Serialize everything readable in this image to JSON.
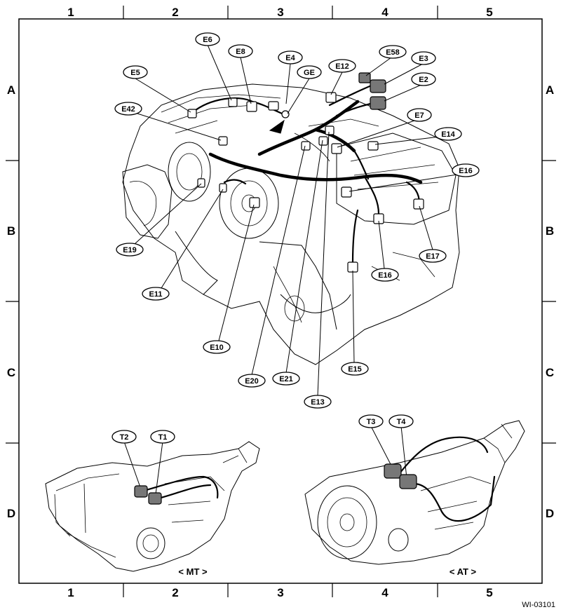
{
  "grid": {
    "columns": [
      "1",
      "2",
      "3",
      "4",
      "5"
    ],
    "rows": [
      "A",
      "B",
      "C",
      "D"
    ]
  },
  "callouts": {
    "E6": "E6",
    "E8": "E8",
    "E4": "E4",
    "GE": "GE",
    "E12": "E12",
    "E58": "E58",
    "E3": "E3",
    "E2": "E2",
    "E5": "E5",
    "E42": "E42",
    "E7": "E7",
    "E14": "E14",
    "E16a": "E16",
    "E16b": "E16",
    "E17": "E17",
    "E19": "E19",
    "E11": "E11",
    "E10": "E10",
    "E20": "E20",
    "E21": "E21",
    "E13": "E13",
    "E15": "E15",
    "T2": "T2",
    "T1": "T1",
    "T3": "T3",
    "T4": "T4"
  },
  "captions": {
    "mt": "< MT >",
    "at": "< AT >"
  },
  "figure_id": "WI-03101"
}
